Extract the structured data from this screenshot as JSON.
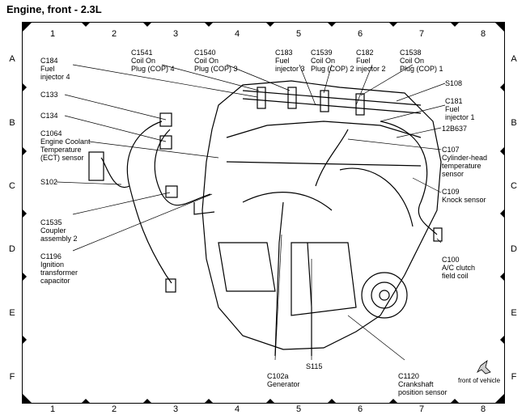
{
  "title": "Engine, front - 2.3L",
  "grid": {
    "columns": [
      "1",
      "2",
      "3",
      "4",
      "5",
      "6",
      "7",
      "8"
    ],
    "rows": [
      "A",
      "B",
      "C",
      "D",
      "E",
      "F"
    ]
  },
  "callouts": [
    {
      "id": "c184",
      "text": "C184\nFuel\ninjector 4"
    },
    {
      "id": "c1541",
      "text": "C1541\nCoil On\nPlug (COP) 4"
    },
    {
      "id": "c1540",
      "text": "C1540\nCoil On\nPlug (COP) 3"
    },
    {
      "id": "c183",
      "text": "C183\nFuel\ninjector 3"
    },
    {
      "id": "c1539",
      "text": "C1539\nCoil On\nPlug (COP) 2"
    },
    {
      "id": "c182",
      "text": "C182\nFuel\ninjector 2"
    },
    {
      "id": "c1538",
      "text": "C1538\nCoil On\nPlug (COP) 1"
    },
    {
      "id": "c133",
      "text": "C133"
    },
    {
      "id": "c134",
      "text": "C134"
    },
    {
      "id": "c1064",
      "text": "C1064\nEngine Coolant\nTemperature\n(ECT) sensor"
    },
    {
      "id": "s102",
      "text": "S102"
    },
    {
      "id": "c1535",
      "text": "C1535\nCoupler\nassembly 2"
    },
    {
      "id": "c1196",
      "text": "C1196\nIgnition\ntransformer\ncapacitor"
    },
    {
      "id": "s108",
      "text": "S108"
    },
    {
      "id": "c181",
      "text": "C181\nFuel\ninjector 1"
    },
    {
      "id": "12b637",
      "text": "12B637"
    },
    {
      "id": "c107",
      "text": "C107\nCylinder-head\ntemperature\nsensor"
    },
    {
      "id": "c109",
      "text": "C109\nKnock sensor"
    },
    {
      "id": "c100",
      "text": "C100\nA/C clutch\nfield coil"
    },
    {
      "id": "c102a",
      "text": "C102a\nGenerator"
    },
    {
      "id": "s115",
      "text": "S115"
    },
    {
      "id": "c1120",
      "text": "C1120\nCrankshaft\nposition sensor"
    }
  ],
  "front_of_vehicle": "front of vehicle"
}
